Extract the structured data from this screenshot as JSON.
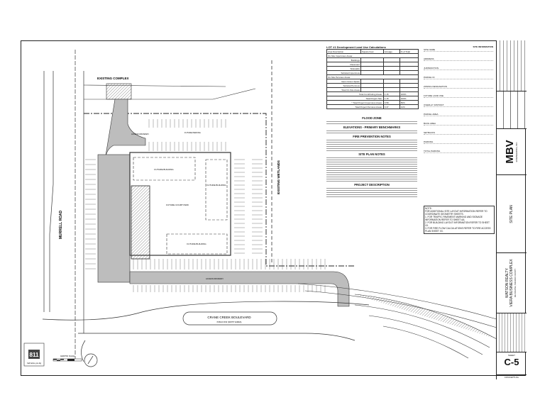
{
  "plan": {
    "existing_complex": "EXISTING COMPLEX",
    "murrell_road": "MURRELL ROAD",
    "existing_wetlands": "EXISTING WETLANDS",
    "crane_creek": "CRANE CREEK BOULEVARD",
    "crane_creek_sub": "PUBLIC R/W (WIDTH VARIES)",
    "future_building_1": "FUTURE BUILDING",
    "future_building_2": "FUTURE BUILDING",
    "future_building_3": "FUTURE BUILDING",
    "future_courtyard": "FUTURE COURTYARD",
    "access_driveway_top": "ACCESS DRIVEWAY",
    "access_driveway_bottom": "ACCESS DRIVEWAY",
    "future_parking": "FUTURE PARKING",
    "logo_811": "811",
    "logo_811_text": "Call before you dig",
    "graphic_scale": "GRAPHIC SCALE"
  },
  "land_use": {
    "title": "LOT #1 Development Land Use Calculations",
    "headers": [
      "Area Description",
      "Square Feet",
      "Acreage",
      "% of Total"
    ],
    "section1": "On-Site Impervious Areas:",
    "rows1": [
      [
        "Buildings",
        "",
        "",
        ""
      ],
      [
        "Pavement",
        "",
        "",
        ""
      ],
      [
        "Sidewalks",
        "",
        "",
        ""
      ],
      [
        "Subtotal Impervious",
        "",
        "",
        ""
      ]
    ],
    "section2": "On-Site Pervious Areas:",
    "rows2": [
      [
        "Open Green Space",
        "",
        "",
        ""
      ],
      [
        "Subtotal Pervious",
        "",
        "",
        ""
      ],
      [
        "Total On-Site Areas",
        "",
        "",
        ""
      ]
    ],
    "rows3": [
      [
        "Total Contributing Areas:",
        "",
        "1.15",
        "100%"
      ],
      [
        "Total Project Site:",
        "",
        "1.15",
        "100%"
      ],
      [
        "* Total Project Impervious Areas:",
        "",
        "0.58",
        "50%"
      ],
      [
        "Total Project Pervious Areas:",
        "",
        "0.47",
        "41%"
      ]
    ]
  },
  "notes": {
    "flood_zone": "FLOOD ZONE",
    "elevations": "ELEVATIONS - PRIMARY BENCHMARKS",
    "fire_prevention": "FIRE PREVENTION NOTES",
    "site_plan_notes": "SITE PLAN NOTES",
    "project_description": "PROJECT DESCRIPTION"
  },
  "site_info": {
    "title": "SITE INFORMATION",
    "labels": [
      "SITE NAME",
      "ADDRESS",
      "JURISDICTION",
      "PARCEL ID",
      "ZONING DESIGNATION",
      "FUTURE LAND USE",
      "OVERLAY DISTRICT",
      "PARCEL AREA",
      "BLDG AREA",
      "SETBACKS",
      "PARKING",
      "TOTAL PARKING"
    ]
  },
  "note_box": {
    "title": "NOTE:",
    "intro": "FOR ADDITIONAL SITE LAYOUT INFORMATION REFER TO COORDINATE GEOMETRY SHEETS.",
    "items": [
      "1.  FOR TRAFFIC PAVEMENT MARKING AND SIGNAGE INFORMATION REFER TO SHEET AA.",
      "2.  FOR BUILDING LAYOUT INFORMATION REFER TO SHEET XX.",
      "3.  FOR FIRE FLOW CALCULATIONS REFER TO FIRE ACCESS PLAN SHEET XX."
    ]
  },
  "title_block": {
    "firm": "MBV",
    "firm_sub": "ENGINEERING, INC.",
    "sheet_title": "SITE PLAN",
    "project_line1": "WATSON REALTY",
    "project_line2": "VIERA BUSINESS COMPLEX",
    "project_location": "MELBOURNE, BREVARD COUNTY",
    "sheet_label": "SHEET",
    "sheet_number": "C-5",
    "status": "CONCEPTUAL"
  }
}
